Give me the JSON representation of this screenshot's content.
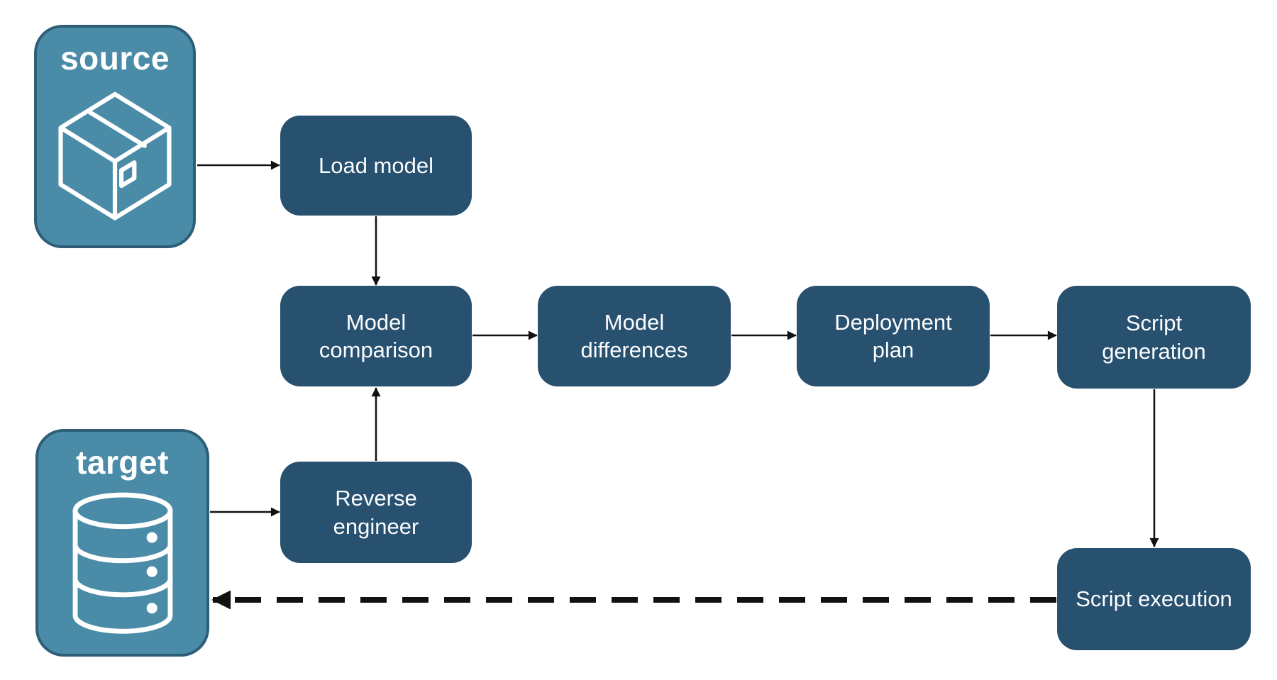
{
  "diagram": {
    "containers": [
      {
        "id": "source",
        "label": "source",
        "icon": "package-icon"
      },
      {
        "id": "target",
        "label": "target",
        "icon": "database-icon"
      }
    ],
    "processes": [
      {
        "id": "load-model",
        "label": "Load model"
      },
      {
        "id": "model-comparison",
        "label": "Model comparison"
      },
      {
        "id": "model-differences",
        "label": "Model differences"
      },
      {
        "id": "deployment-plan",
        "label": "Deployment plan"
      },
      {
        "id": "script-generation",
        "label": "Script generation"
      },
      {
        "id": "reverse-engineer",
        "label": "Reverse engineer"
      },
      {
        "id": "script-execution",
        "label": "Script execution"
      }
    ],
    "edges": [
      {
        "from": "source",
        "to": "load-model",
        "style": "solid"
      },
      {
        "from": "load-model",
        "to": "model-comparison",
        "style": "solid"
      },
      {
        "from": "model-comparison",
        "to": "model-differences",
        "style": "solid"
      },
      {
        "from": "model-differences",
        "to": "deployment-plan",
        "style": "solid"
      },
      {
        "from": "deployment-plan",
        "to": "script-generation",
        "style": "solid"
      },
      {
        "from": "target",
        "to": "reverse-engineer",
        "style": "solid"
      },
      {
        "from": "reverse-engineer",
        "to": "model-comparison",
        "style": "solid"
      },
      {
        "from": "script-generation",
        "to": "script-execution",
        "style": "solid"
      },
      {
        "from": "script-execution",
        "to": "target",
        "style": "dashed"
      }
    ],
    "colors": {
      "container_fill": "#4A8CA8",
      "container_border": "#2E5E77",
      "process_fill": "#28506F",
      "label_text": "#FFFFFF",
      "arrow": "#111111",
      "background": "#FFFFFF"
    }
  }
}
